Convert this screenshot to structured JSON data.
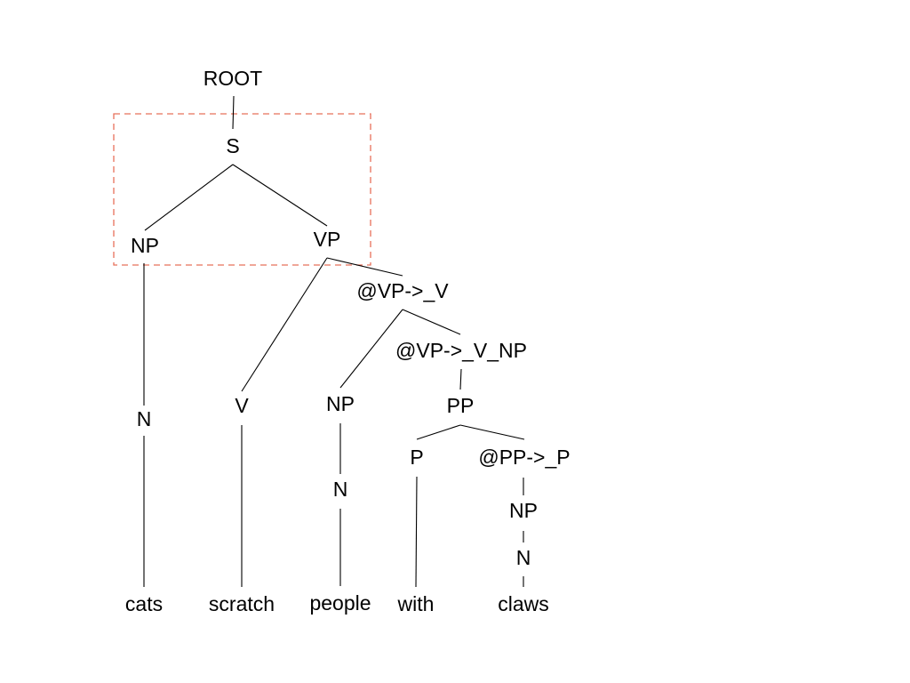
{
  "tree": {
    "highlight_color": "#e8705a",
    "nodes": {
      "root": "ROOT",
      "s": "S",
      "np_subj": "NP",
      "vp": "VP",
      "n_cats": "N",
      "v": "V",
      "vp_v": "@VP->_V",
      "np_obj": "NP",
      "vp_v_np": "@VP->_V_NP",
      "n_people": "N",
      "pp": "PP",
      "p": "P",
      "pp_p": "@PP->_P",
      "np_claws": "NP",
      "n_claws": "N"
    },
    "words": {
      "cats": "cats",
      "scratch": "scratch",
      "people": "people",
      "with": "with",
      "claws": "claws"
    }
  }
}
